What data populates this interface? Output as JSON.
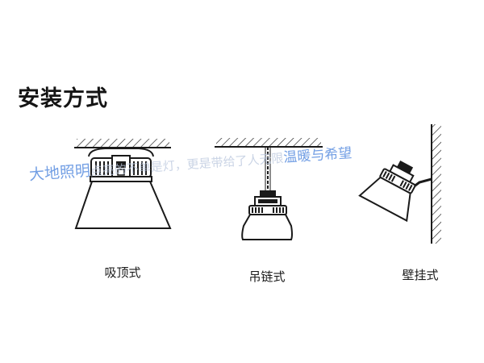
{
  "heading": "安装方式",
  "methods": [
    {
      "label": "吸顶式"
    },
    {
      "label": "吊链式"
    },
    {
      "label": "壁挂式"
    }
  ],
  "watermark": {
    "brand": "大地照明",
    "slogan": "点亮的不单是灯，更是带给了人无限",
    "tail": "温暖与希望"
  },
  "colors": {
    "line": "#1a1a1a",
    "watermark_blue": "#5b8fe0"
  }
}
